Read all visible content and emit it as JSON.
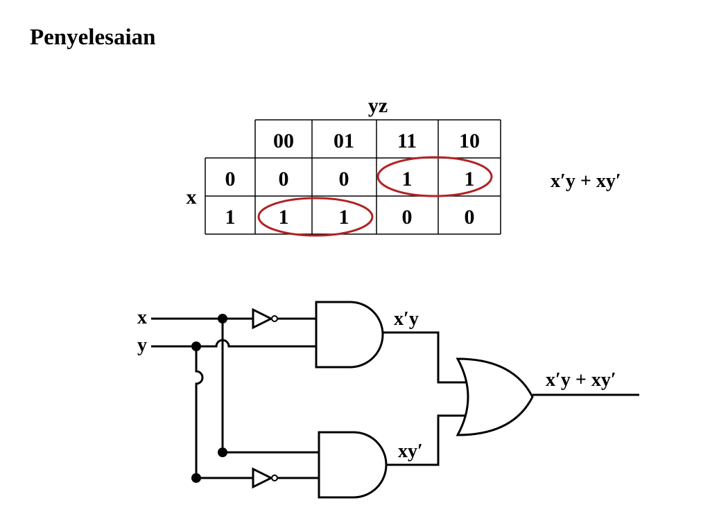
{
  "title": "Penyelesaian",
  "kmap": {
    "col_var": "yz",
    "row_var": "x",
    "col_headers": [
      "00",
      "01",
      "11",
      "10"
    ],
    "rows": [
      {
        "label": "0",
        "cells": [
          "0",
          "0",
          "1",
          "1"
        ]
      },
      {
        "label": "1",
        "cells": [
          "1",
          "1",
          "0",
          "0"
        ]
      }
    ],
    "expression": "x′y + xy′",
    "group_color": "#b22222"
  },
  "circuit": {
    "input_x": "x",
    "input_y": "y",
    "and_top_output": "x′y",
    "and_bottom_output": "xy′",
    "or_output": "x′y + xy′"
  }
}
